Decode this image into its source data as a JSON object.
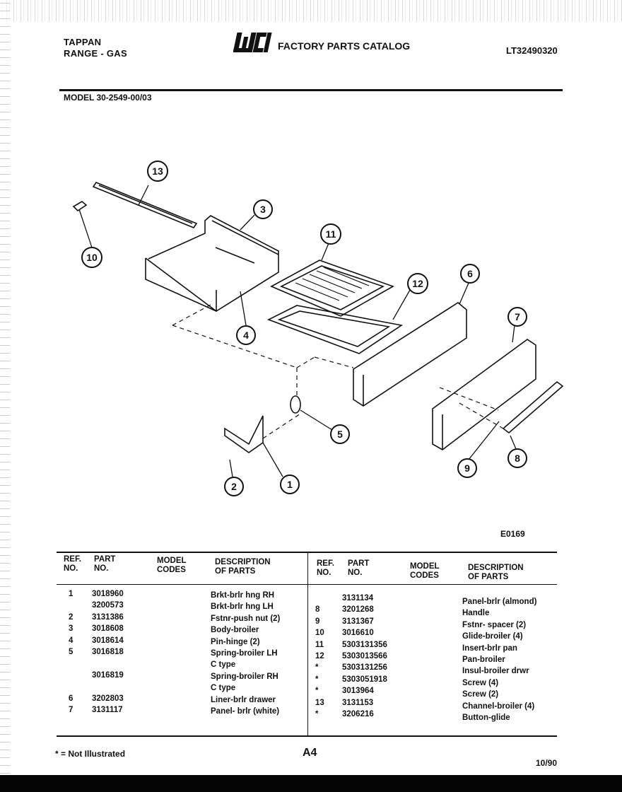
{
  "header": {
    "brand_line1": "TAPPAN",
    "brand_line2": "RANGE - GAS",
    "catalog_title": "FACTORY PARTS CATALOG",
    "catalog_number": "LT32490320",
    "model": "MODEL 30-2549-00/03"
  },
  "diagram": {
    "code": "E0169",
    "callouts": [
      "13",
      "3",
      "10",
      "11",
      "12",
      "6",
      "4",
      "7",
      "5",
      "9",
      "8",
      "2",
      "1"
    ]
  },
  "table": {
    "headers": {
      "ref": "REF.",
      "ref2": "NO.",
      "part": "PART",
      "part2": "NO.",
      "model": "MODEL",
      "model2": "CODES",
      "desc": "DESCRIPTION",
      "desc2": "OF PARTS"
    },
    "left_rows": [
      {
        "ref": "1",
        "part": "3018960",
        "desc": "Brkt-brlr hng RH"
      },
      {
        "ref": "",
        "part": "3200573",
        "desc": "Brkt-brlr hng LH"
      },
      {
        "ref": "2",
        "part": "3131386",
        "desc": "Fstnr-push nut (2)"
      },
      {
        "ref": "3",
        "part": "3018608",
        "desc": "Body-broiler"
      },
      {
        "ref": "4",
        "part": "3018614",
        "desc": "Pin-hinge (2)"
      },
      {
        "ref": "5",
        "part": "3016818",
        "desc": "Spring-broiler LH"
      },
      {
        "ref": "",
        "part": "",
        "desc": "C type"
      },
      {
        "ref": "",
        "part": "3016819",
        "desc": "Spring-broiler RH"
      },
      {
        "ref": "",
        "part": "",
        "desc": "C type"
      },
      {
        "ref": "6",
        "part": "3202803",
        "desc": "Liner-brlr drawer"
      },
      {
        "ref": "7",
        "part": "3131117",
        "desc": "Panel- brlr (white)"
      }
    ],
    "right_rows": [
      {
        "ref": "",
        "part": "3131134",
        "desc": "Panel-brlr (almond)"
      },
      {
        "ref": "8",
        "part": "3201268",
        "desc": "Handle"
      },
      {
        "ref": "9",
        "part": "3131367",
        "desc": "Fstnr- spacer (2)"
      },
      {
        "ref": "10",
        "part": "3016610",
        "desc": "Glide-broiler (4)"
      },
      {
        "ref": "11",
        "part": "5303131356",
        "desc": "Insert-brlr pan"
      },
      {
        "ref": "12",
        "part": "5303013566",
        "desc": "Pan-broiler"
      },
      {
        "ref": "*",
        "part": "5303131256",
        "desc": "Insul-broiler drwr"
      },
      {
        "ref": "*",
        "part": "5303051918",
        "desc": "Screw (4)"
      },
      {
        "ref": "*",
        "part": "3013964",
        "desc": "Screw (2)"
      },
      {
        "ref": "13",
        "part": "3131153",
        "desc": "Channel-broiler (4)"
      },
      {
        "ref": "*",
        "part": "3206216",
        "desc": "Button-glide"
      }
    ]
  },
  "footer": {
    "note": "* = Not Illustrated",
    "page": "A4",
    "date": "10/90"
  }
}
